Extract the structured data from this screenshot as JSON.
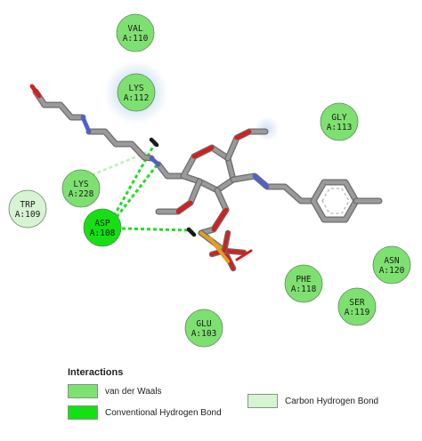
{
  "colors": {
    "vdw": "#7ee070",
    "conventional_hbond": "#14e014",
    "carbon_hbond": "#d8f2d4",
    "halo": "#dbe8f5",
    "bond_line_hbond": "#22dd22",
    "bond_line_ch": "#bdeebb",
    "carbon": "#9a9a9a",
    "nitrogen": "#5060c8",
    "oxygen": "#d22020",
    "phosphorus": "#e0a020"
  },
  "residues": [
    {
      "id": "val110",
      "name": "VAL",
      "num": "A:110",
      "type": "vdw",
      "halo": false
    },
    {
      "id": "lys112",
      "name": "LYS",
      "num": "A:112",
      "type": "vdw",
      "halo": true
    },
    {
      "id": "gly113",
      "name": "GLY",
      "num": "A:113",
      "type": "vdw",
      "halo": false
    },
    {
      "id": "lys228",
      "name": "LYS",
      "num": "A:228",
      "type": "vdw",
      "halo": false
    },
    {
      "id": "trp109",
      "name": "TRP",
      "num": "A:109",
      "type": "carbon_hbond",
      "halo": false
    },
    {
      "id": "asp108",
      "name": "ASP",
      "num": "A:108",
      "type": "conventional_hbond",
      "halo": false
    },
    {
      "id": "phe118",
      "name": "PHE",
      "num": "A:118",
      "type": "vdw",
      "halo": false
    },
    {
      "id": "asn120",
      "name": "ASN",
      "num": "A:120",
      "type": "vdw",
      "halo": false
    },
    {
      "id": "ser119",
      "name": "SER",
      "num": "A:119",
      "type": "vdw",
      "halo": false
    },
    {
      "id": "glu103",
      "name": "GLU",
      "num": "A:103",
      "type": "vdw",
      "halo": false
    }
  ],
  "legend": {
    "title": "Interactions",
    "vdw": "van der Waals",
    "conventional_hbond": "Conventional Hydrogen Bond",
    "carbon_hbond": "Carbon Hydrogen Bond"
  }
}
